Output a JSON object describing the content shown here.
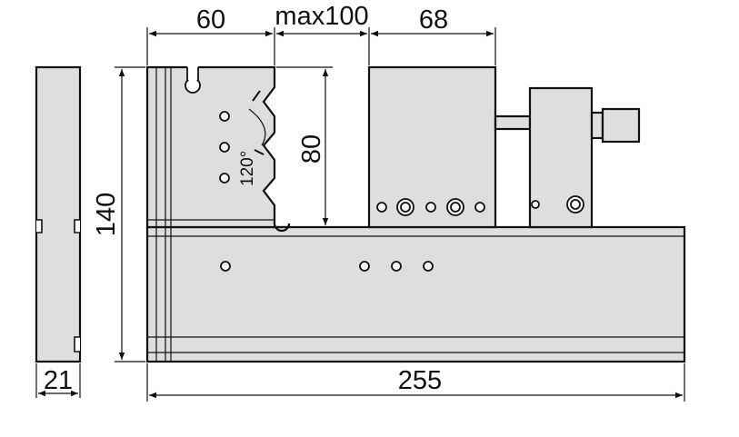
{
  "dimensions": {
    "jaw_width": "60",
    "max_opening": "max100",
    "movable_jaw_width": "68",
    "height": "140",
    "jaw_height": "80",
    "vee_angle": "120°",
    "side_thickness": "21",
    "overall_length": "255"
  },
  "colors": {
    "body_fill": "#dedede",
    "line": "#111111",
    "background": "#ffffff"
  }
}
